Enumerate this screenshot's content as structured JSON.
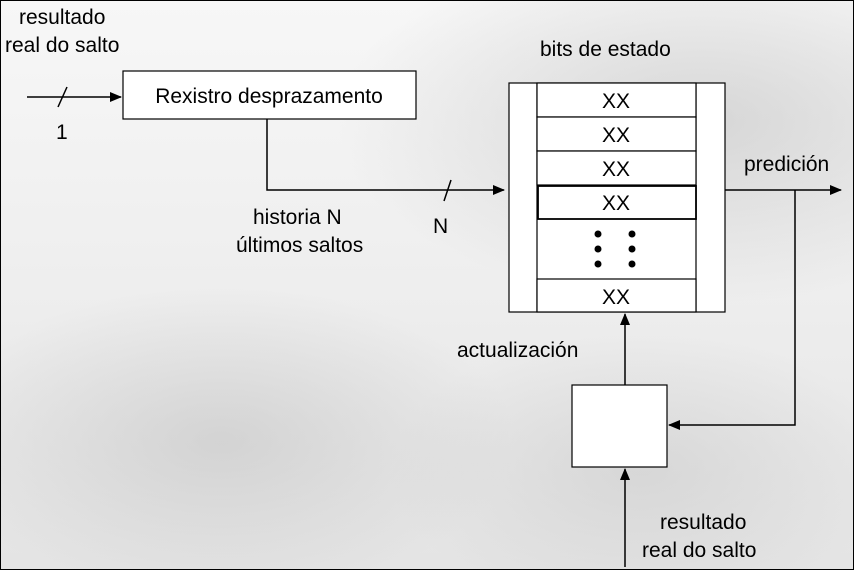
{
  "labels": {
    "input_top_line1": "resultado",
    "input_top_line2": "real do salto",
    "input_width": "1",
    "shift_register": "Rexistro desprazamento",
    "history_line1": "historia N",
    "history_line2": "últimos saltos",
    "history_width": "N",
    "state_bits": "bits de estado",
    "prediction": "predición",
    "update": "actualización",
    "input_bottom_line1": "resultado",
    "input_bottom_line2": "real do salto"
  },
  "table": {
    "cells": [
      "XX",
      "XX",
      "XX",
      "XX",
      "XX"
    ]
  },
  "colors": {
    "stroke": "#000000",
    "box_fill": "#ffffff"
  }
}
